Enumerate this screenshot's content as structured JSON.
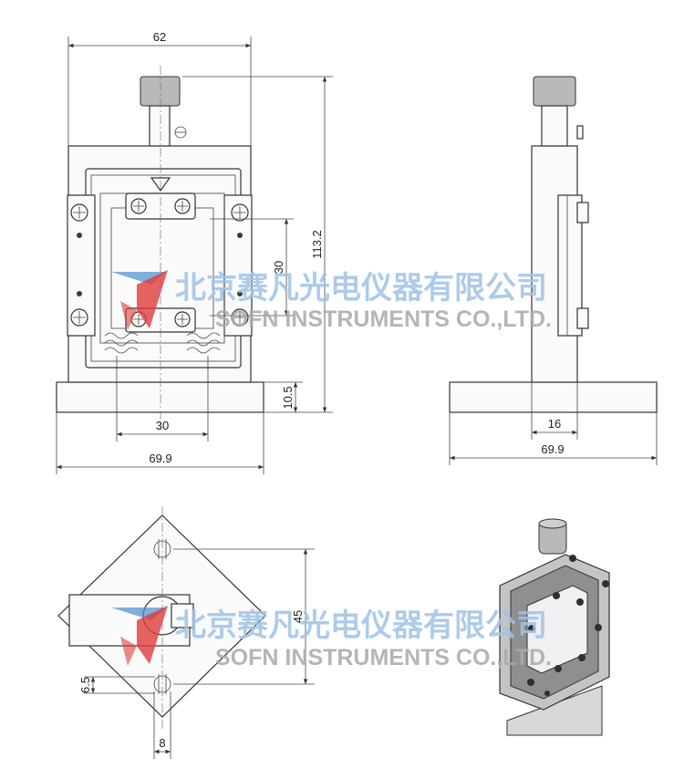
{
  "views": {
    "front": {
      "dims": {
        "top_width": "62",
        "height": "113.2",
        "travel_vertical": "30",
        "base_height": "10.5",
        "travel_horizontal": "30",
        "base_width": "69.9"
      }
    },
    "side": {
      "dims": {
        "thickness": "16",
        "base_width": "69.9"
      }
    },
    "top": {
      "dims": {
        "hole_spacing": "45",
        "hole_offset": "6.5",
        "hole_diameter": "8"
      }
    },
    "iso": {}
  },
  "watermarks": [
    {
      "cn": "北京赛凡光电仪器有限公司",
      "en": "SOFN INSTRUMENTS CO.,LTD."
    },
    {
      "cn": "北京赛凡光电仪器有限公司",
      "en": "SOFN INSTRUMENTS CO.,LTD."
    }
  ],
  "colors": {
    "line": "#333333",
    "watermark_cn": "#9fc3e6",
    "watermark_en": "#a9a9a9",
    "logo_red": "#e03c3c",
    "logo_blue": "#4a8fd0"
  }
}
